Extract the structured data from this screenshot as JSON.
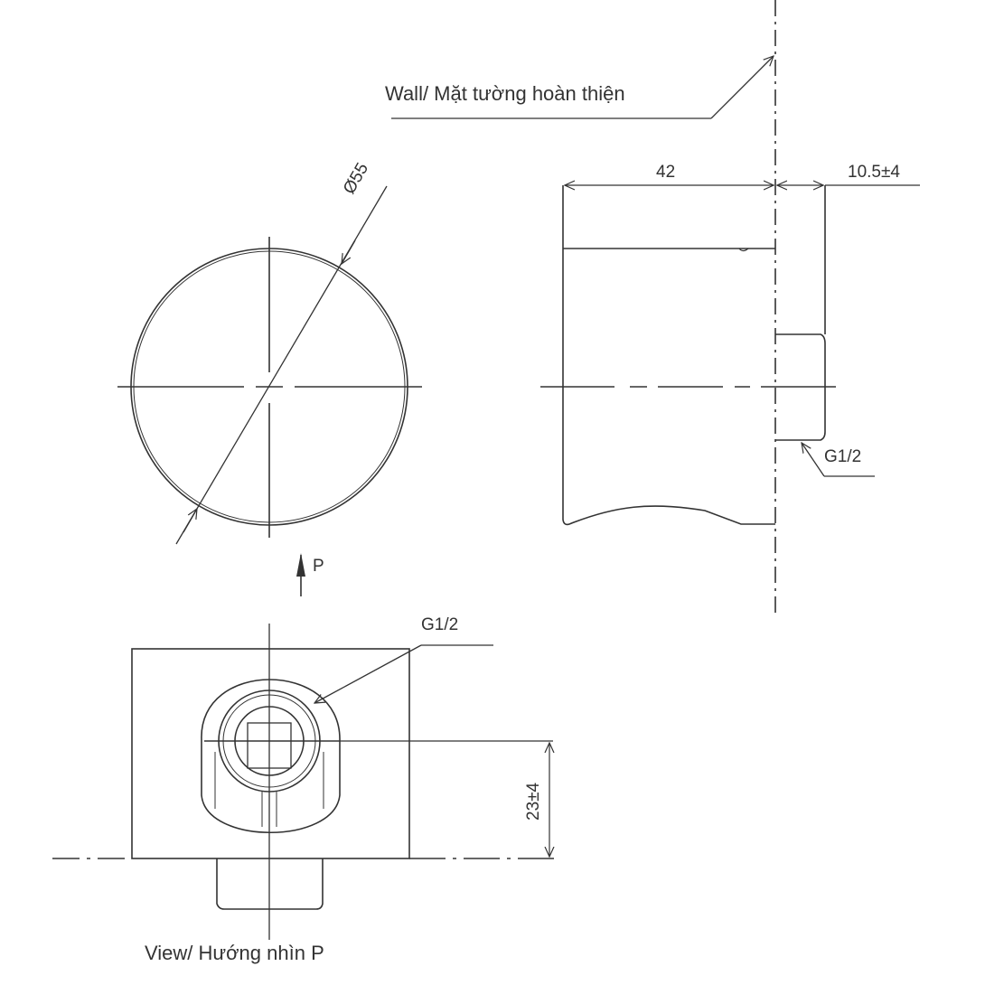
{
  "labels": {
    "wall": "Wall/ Mặt tường hoàn thiện",
    "depth_dim": "42",
    "offset_dim": "10.5±4",
    "diameter_dim": "Ø55",
    "thread_side": "G1/2",
    "view_arrow": "P",
    "thread_bottom": "G1/2",
    "height_dim": "23±4",
    "view_caption": "View/ Hướng nhìn P"
  },
  "views": {
    "front": {
      "shape": "circle",
      "diameter": 55
    },
    "side": {
      "depth": 42,
      "offset_from_wall": "10.5±4",
      "connection": "G1/2"
    },
    "bottom": {
      "name": "View P",
      "connection": "G1/2",
      "height": "23±4"
    }
  },
  "colors": {
    "line": "#333333",
    "background": "#ffffff"
  }
}
